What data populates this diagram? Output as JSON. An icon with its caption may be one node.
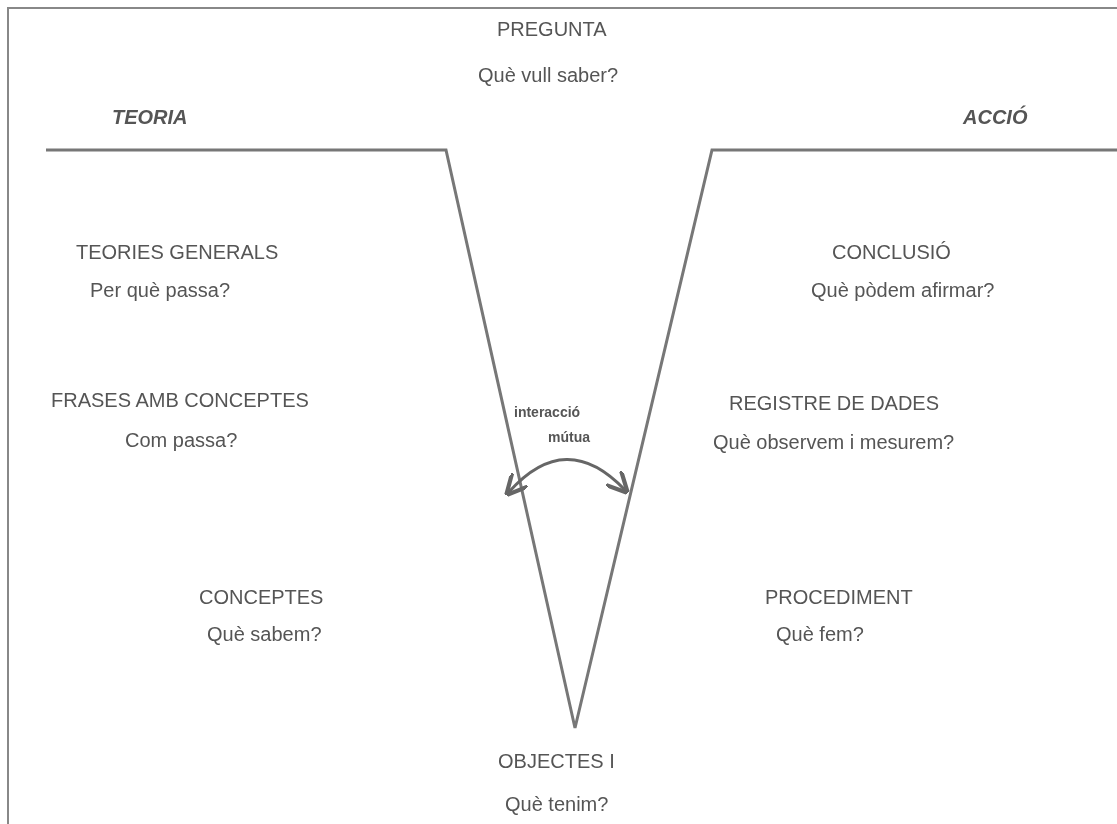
{
  "diagram": {
    "labels": [
      "PREGUNTA",
      "Què vull saber?",
      "TEORIA",
      "ACCIÓ",
      "TEORIES GENERALS",
      "Per què passa?",
      "FRASES AMB CONCEPTES",
      "Com passa?",
      "interacció",
      "mútua",
      "CONCEPTES",
      "Què sabem?",
      "CONCLUSIÓ",
      "Què pòdem afirmar?",
      "REGISTRE DE DADES",
      "Què observem i mesurem?",
      "PROCEDIMENT",
      "Què fem?",
      "OBJECTES I",
      "Què tenim?"
    ]
  }
}
